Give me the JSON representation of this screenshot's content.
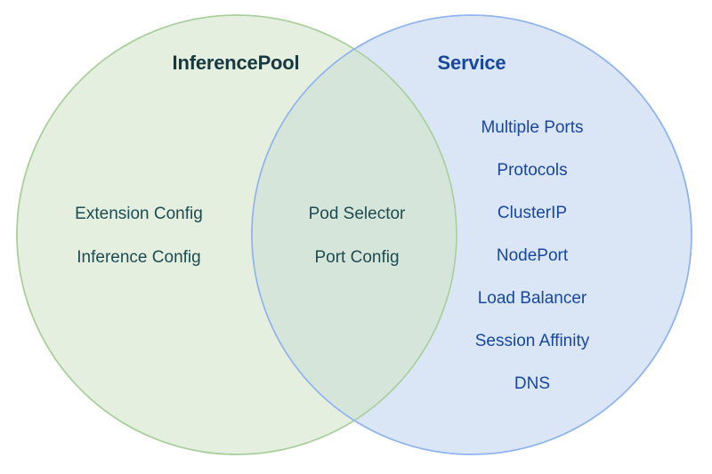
{
  "diagram": {
    "type": "venn",
    "background_color": "#ffffff",
    "sets": {
      "left": {
        "title": "InferencePool",
        "title_color": "#16383f",
        "fill_color": "#e4efe0",
        "stroke_color": "#a8cf9a",
        "text_color": "#1c4c51",
        "items": [
          {
            "label": "Extension Config"
          },
          {
            "label": "Inference Config"
          }
        ]
      },
      "right": {
        "title": "Service",
        "title_color": "#17479e",
        "fill_color": "#d7e3f4",
        "stroke_color": "#8fb3ee",
        "text_color": "#17479e",
        "items": [
          {
            "label": "Multiple Ports"
          },
          {
            "label": "Protocols"
          },
          {
            "label": "ClusterIP"
          },
          {
            "label": "NodePort"
          },
          {
            "label": "Load Balancer"
          },
          {
            "label": "Session Affinity"
          },
          {
            "label": "DNS"
          }
        ]
      },
      "intersection": {
        "fill_color": "#d6e5da",
        "text_color": "#1c4c51",
        "items": [
          {
            "label": "Pod Selector"
          },
          {
            "label": "Port Config"
          }
        ]
      }
    }
  }
}
